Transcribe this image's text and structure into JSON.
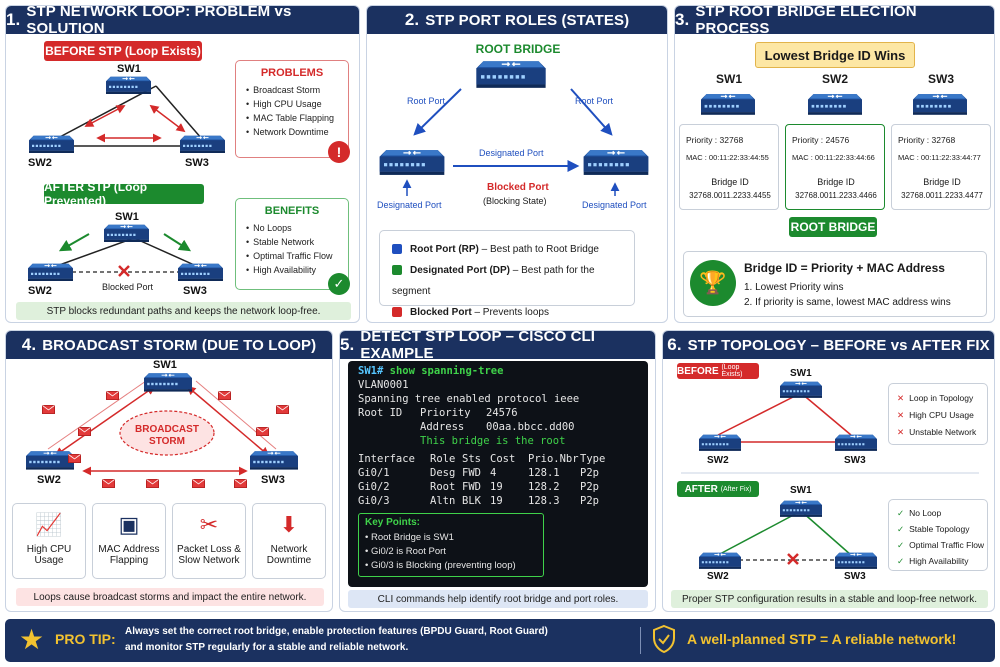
{
  "p1": {
    "num": "1.",
    "title": "STP NETWORK LOOP: PROBLEM vs SOLUTION",
    "before_label": "BEFORE STP (Loop Exists)",
    "after_label": "AFTER STP (Loop Prevented)",
    "sw1": "SW1",
    "sw2": "SW2",
    "sw3": "SW3",
    "blocked_port": "Blocked Port",
    "problems_title": "PROBLEMS",
    "problems": [
      "Broadcast Storm",
      "High CPU Usage",
      "MAC Table Flapping",
      "Network Downtime"
    ],
    "benefits_title": "BENEFITS",
    "benefits": [
      "No Loops",
      "Stable Network",
      "Optimal Traffic Flow",
      "High Availability"
    ],
    "caption": "STP blocks redundant paths and keeps the network loop-free."
  },
  "p2": {
    "num": "2.",
    "title": "STP PORT ROLES (STATES)",
    "root_bridge": "ROOT BRIDGE",
    "root_port_l": "Root Port",
    "root_port_r": "Root Port",
    "designated_mid": "Designated Port",
    "blocked": "Blocked Port",
    "blocking_state": "(Blocking State)",
    "designated_l": "Designated Port",
    "designated_r": "Designated Port",
    "legend": [
      {
        "term": "Root Port (RP)",
        "desc": " – Best path to Root Bridge",
        "color": "#1f4fbf"
      },
      {
        "term": "Designated Port (DP)",
        "desc": " – Best path for the segment",
        "color": "#1c8a2e"
      },
      {
        "term": "Blocked Port",
        "desc": " – Prevents loops",
        "color": "#d42a2a"
      }
    ]
  },
  "p3": {
    "num": "3.",
    "title": "STP ROOT BRIDGE ELECTION PROCESS",
    "banner": "Lowest Bridge ID Wins",
    "switches": [
      {
        "name": "SW1",
        "priority": "Priority : 32768",
        "mac": "MAC : 00:11:22:33:44:55",
        "bid_label": "Bridge ID",
        "bid": "32768.0011.2233.4455"
      },
      {
        "name": "SW2",
        "priority": "Priority : 24576",
        "mac": "MAC : 00:11:22:33:44:66",
        "bid_label": "Bridge ID",
        "bid": "32768.0011.2233.4466"
      },
      {
        "name": "SW3",
        "priority": "Priority : 32768",
        "mac": "MAC : 00:11:22:33:44:77",
        "bid_label": "Bridge ID",
        "bid": "32768.0011.2233.4477"
      }
    ],
    "root_bridge": "ROOT BRIDGE",
    "formula": "Bridge ID = Priority + MAC Address",
    "rules": [
      "1. Lowest Priority wins",
      "2. If priority is same, lowest MAC address wins"
    ]
  },
  "p4": {
    "num": "4.",
    "title": "BROADCAST STORM (DUE TO LOOP)",
    "sw1": "SW1",
    "sw2": "SW2",
    "sw3": "SW3",
    "cloud": "BROADCAST\nSTORM",
    "cloud_l1": "BROADCAST",
    "cloud_l2": "STORM",
    "impacts": [
      {
        "l1": "High CPU",
        "l2": "Usage"
      },
      {
        "l1": "MAC Address",
        "l2": "Flapping"
      },
      {
        "l1": "Packet Loss &",
        "l2": "Slow Network"
      },
      {
        "l1": "Network",
        "l2": "Downtime"
      }
    ],
    "caption": "Loops cause broadcast storms and impact the entire network."
  },
  "p5": {
    "num": "5.",
    "title": "DETECT STP LOOP – CISCO CLI EXAMPLE",
    "prompt": "SW1#",
    "cmd": " show spanning-tree",
    "vlan": "VLAN0001",
    "proto": "Spanning tree enabled protocol ieee",
    "root_id": "Root ID",
    "priority_lbl": "Priority",
    "priority_val": "24576",
    "address_lbl": "Address",
    "address_val": "00aa.bbcc.dd00",
    "is_root": "This bridge is the root",
    "headers": [
      "Interface",
      "Role",
      "Sts",
      "Cost",
      "Prio.Nbr",
      "Type"
    ],
    "rows": [
      [
        "Gi0/1",
        "Desg",
        "FWD",
        "4",
        "128.1",
        "P2p"
      ],
      [
        "Gi0/2",
        "Root",
        "FWD",
        "19",
        "128.2",
        "P2p"
      ],
      [
        "Gi0/3",
        "Altn",
        "BLK",
        "19",
        "128.3",
        "P2p"
      ]
    ],
    "key_title": "Key Points:",
    "key_points": [
      "Root Bridge is SW1",
      "Gi0/2 is Root Port",
      "Gi0/3 is Blocking (preventing loop)"
    ],
    "caption": "CLI commands help identify root bridge and port roles."
  },
  "p6": {
    "num": "6.",
    "title": "STP TOPOLOGY – BEFORE vs AFTER FIX",
    "before_tag": "BEFORE",
    "before_sub": "(Loop Exists)",
    "after_tag": "AFTER",
    "after_sub": "(After Fix)",
    "sw1": "SW1",
    "sw2": "SW2",
    "sw3": "SW3",
    "before_items": [
      "Loop in Topology",
      "High CPU Usage",
      "Unstable Network"
    ],
    "after_items": [
      "No Loop",
      "Stable Topology",
      "Optimal Traffic Flow",
      "High Availability"
    ],
    "caption": "Proper STP configuration results in a stable and loop-free network."
  },
  "tip": {
    "title": "PRO TIP:",
    "line1": "Always set the correct root bridge, enable protection features (BPDU Guard, Root Guard)",
    "line2": "and monitor STP regularly for a stable and reliable network.",
    "slogan": "A well-planned STP = A reliable network!"
  },
  "colors": {
    "navy": "#1b3160",
    "red": "#d42a2a",
    "green": "#1c8a2e",
    "blue": "#1f4fbf",
    "gold": "#f2c230"
  }
}
